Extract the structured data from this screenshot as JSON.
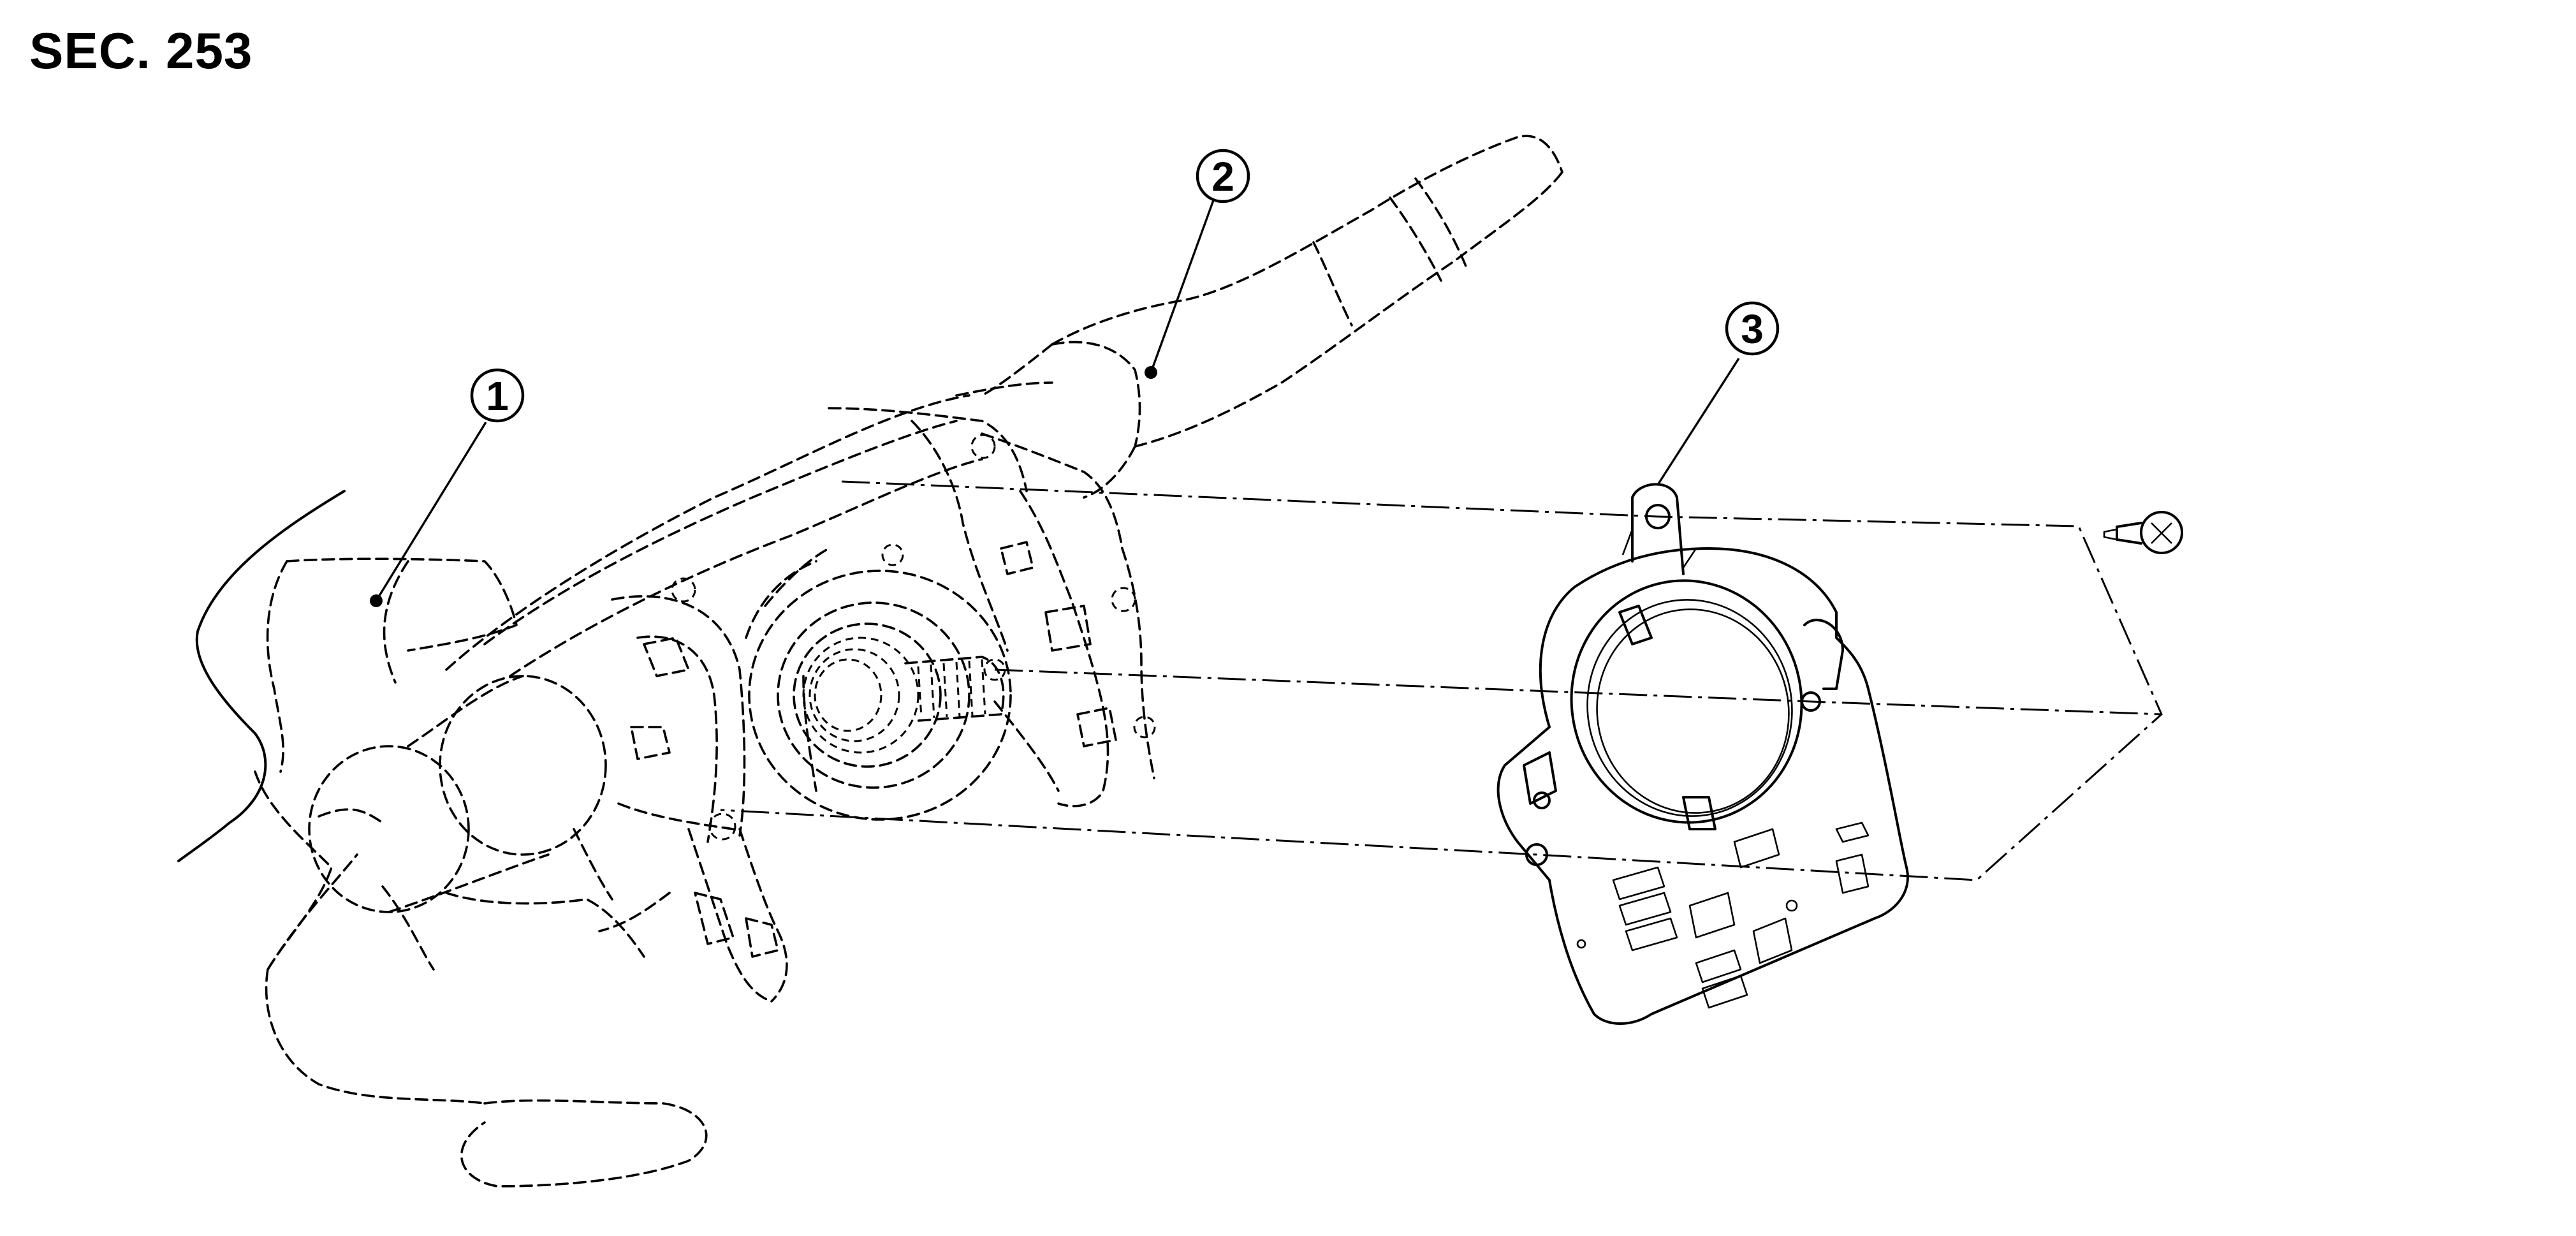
{
  "section": {
    "label": "SEC. 253"
  },
  "callouts": [
    {
      "number": "1",
      "part": "combination-switch-base"
    },
    {
      "number": "2",
      "part": "combination-switch-lever"
    },
    {
      "number": "3",
      "part": "steering-angle-sensor"
    }
  ],
  "colors": {
    "line": "#000000",
    "background": "#ffffff"
  }
}
